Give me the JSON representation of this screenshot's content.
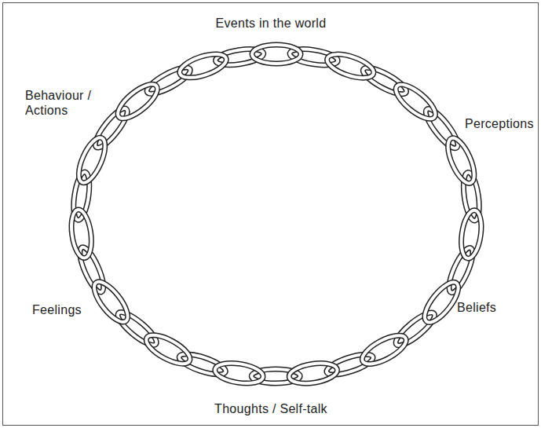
{
  "diagram": {
    "labels": [
      "Events in the world",
      "Perceptions",
      "Beliefs",
      "Thoughts / Self-talk",
      "Feelings",
      "Behaviour / Actions"
    ]
  }
}
